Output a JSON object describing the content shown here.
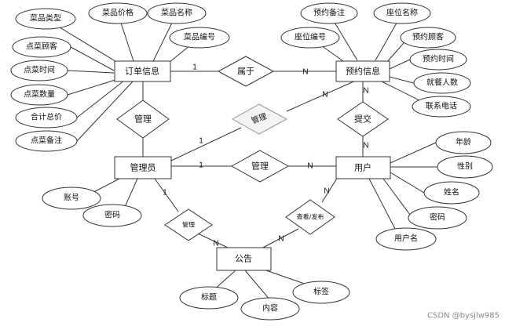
{
  "entities": {
    "order": "订单信息",
    "reservation": "预约信息",
    "admin": "管理员",
    "user": "用户",
    "notice": "公告"
  },
  "relationships": {
    "belongs": "属于",
    "manage_order": "管理",
    "manage_reservation": "管理",
    "manage_user": "管理",
    "submit": "提交",
    "admin_notice": "管理",
    "view_publish": "查看/发布"
  },
  "attributes": {
    "order": [
      "菜品类型",
      "菜品价格",
      "菜品名称",
      "菜品编号",
      "点菜顾客",
      "点菜时间",
      "点菜数量",
      "合计总价",
      "点菜备注"
    ],
    "reservation": [
      "预约备注",
      "座位名称",
      "座位编号",
      "预约顾客",
      "预约时间",
      "就餐人数",
      "联系电话"
    ],
    "admin": [
      "账号",
      "密码"
    ],
    "user": [
      "年龄",
      "性别",
      "姓名",
      "密码",
      "用户名"
    ],
    "notice": [
      "标题",
      "内容",
      "标签"
    ]
  },
  "cardinalities": {
    "order_belongs": "1",
    "belongs_reservation": "N",
    "reservation_submit": "N",
    "submit_user": "N",
    "admin_manage": "1",
    "manage_user": "N",
    "admin_manage_reservation": "1",
    "manage_reservation_end": "N",
    "admin_notice_start": "1",
    "admin_notice_end": "N",
    "user_view_start": "N",
    "view_notice_end": "N"
  },
  "watermark": "CSDN @bysjlw985"
}
